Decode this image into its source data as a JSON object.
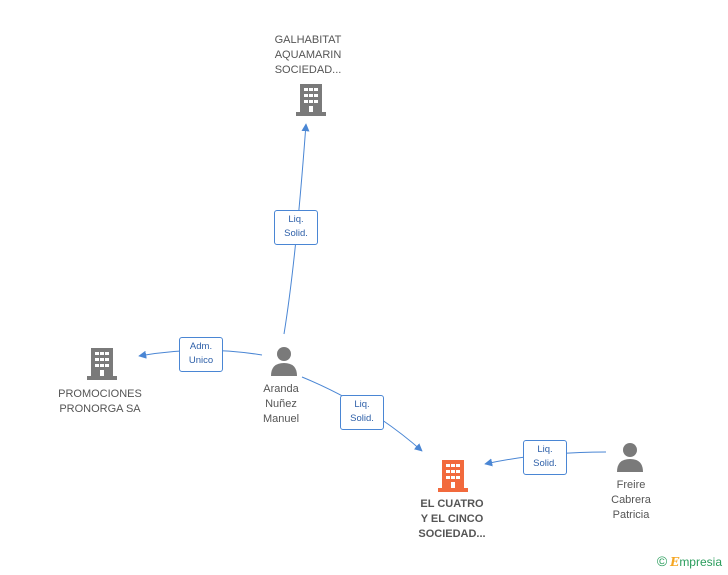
{
  "colors": {
    "edge": "#4a86d4",
    "building": "#7a7a7a",
    "building_focus": "#f26a3d",
    "person": "#7a7a7a"
  },
  "nodes": {
    "galhabitat": {
      "label": "GALHABITAT\nAQUAMARIN\nSOCIEDAD...",
      "icon": "building-icon"
    },
    "promociones": {
      "label": "PROMOCIONES\nPRONORGA SA",
      "icon": "building-icon"
    },
    "cuatro": {
      "label": "EL CUATRO\nY EL CINCO\nSOCIEDAD...",
      "icon": "building-icon"
    },
    "aranda": {
      "label": "Aranda\nNuñez\nManuel",
      "icon": "person-icon"
    },
    "freire": {
      "label": "Freire\nCabrera\nPatricia",
      "icon": "person-icon"
    }
  },
  "edges": {
    "to_galhabitat": "Liq.\nSolid.",
    "to_promociones": "Adm.\nUnico",
    "to_cuatro": "Liq.\nSolid.",
    "freire_to_cuatro": "Liq.\nSolid."
  },
  "brand": {
    "copyright": "©",
    "name_initial": "E",
    "name_rest": "mpresia"
  }
}
